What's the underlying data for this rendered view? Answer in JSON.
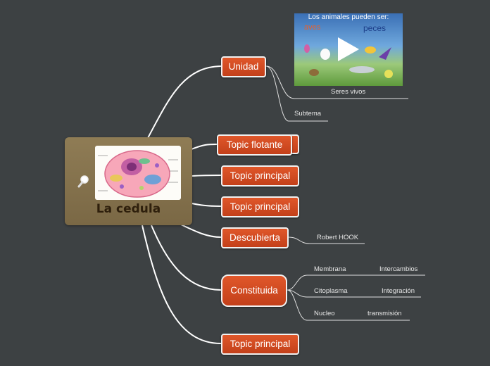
{
  "central": {
    "title": "La cedula",
    "image_icon": "cell-diagram-image",
    "link_icon": "magnifier-icon"
  },
  "topics": {
    "unidad": "Unidad",
    "topic_flotante": "Topic flotante",
    "topic_principal_1": "Topic principal",
    "topic_principal_2": "Topic principal",
    "descubierta": "Descubierta",
    "constituida": "Constituida",
    "topic_principal_3": "Topic principal"
  },
  "subtopics": {
    "seres_vivos": "Seres vivos",
    "subtema": "Subtema",
    "robert_hook": "Robert HOOK",
    "membrana": "Membrana",
    "intercambios": "Intercambios",
    "citoplasma": "Citoplasma",
    "integracion": "Integración",
    "nucleo": "Nucleo",
    "transmision": "transmisión"
  },
  "video": {
    "title": "Los animales pueden ser:",
    "label_aves": "aves",
    "label_peces": "peces",
    "play_icon": "play-icon"
  },
  "colors": {
    "background": "#3d4143",
    "topic_fill": "#d54d22",
    "central_fill": "#857250",
    "connector": "#ffffff"
  }
}
